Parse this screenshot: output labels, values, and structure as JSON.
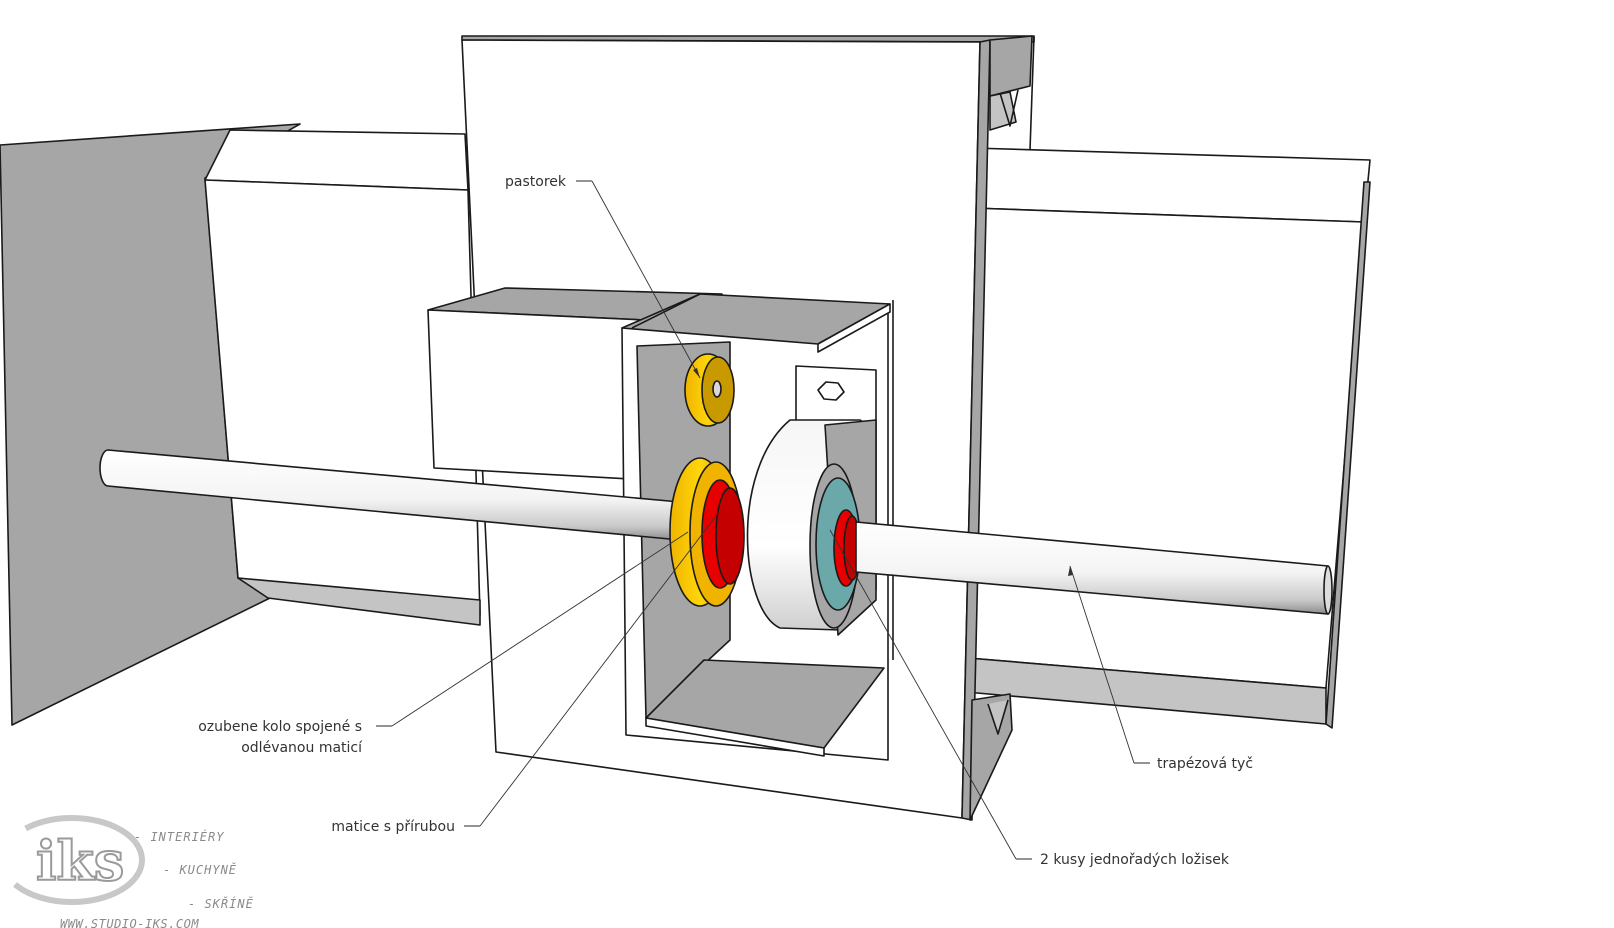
{
  "diagram": {
    "subject": "lead screw drive assembly (3D model)",
    "colors": {
      "background": "#ffffff",
      "panel_white": "#ffffff",
      "panel_gray": "#a6a6a6",
      "panel_light_gray": "#c4c4c4",
      "gear_yellow": "#f2c200",
      "gear_yellow_dark": "#c99a00",
      "nut_red": "#e80000",
      "bearing_teal": "#6aa8aa",
      "bearing_housing": "#e8e8e8",
      "edge": "#1a1a1a",
      "label_text": "#333333"
    },
    "callouts": [
      {
        "id": "pinion",
        "lines": [
          "pastorek"
        ],
        "target": "small yellow pinion gear"
      },
      {
        "id": "gear-with-nut",
        "lines": [
          "ozubene kolo spojené s",
          "odlévanou maticí"
        ],
        "target": "large yellow gear wheel"
      },
      {
        "id": "flange-nut",
        "lines": [
          "matice s přírubou"
        ],
        "target": "red flange nut"
      },
      {
        "id": "bearings",
        "lines": [
          "2 kusy jednořadých ložisek"
        ],
        "target": "teal bearing pair"
      },
      {
        "id": "trapezoid-rod",
        "lines": [
          "trapézová tyč"
        ],
        "target": "trapezoidal threaded rod"
      }
    ]
  },
  "logo": {
    "mark": "iks",
    "taglines": [
      "- INTERIÉRY",
      "- KUCHYNĚ",
      "- SKŘÍNĚ"
    ],
    "url": "WWW.STUDIO-IKS.COM"
  }
}
